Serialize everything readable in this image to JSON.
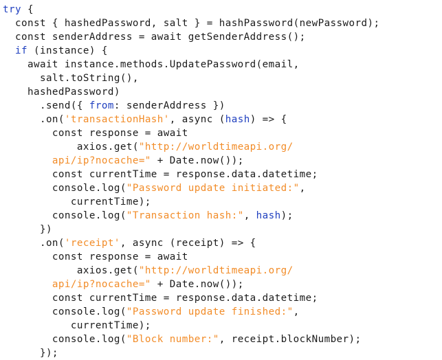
{
  "colors": {
    "keyword": "#1f3fbf",
    "string": "#f28c28",
    "text": "#1a1a1a",
    "background": "#ffffff"
  },
  "lines": [
    [
      {
        "t": "try",
        "c": "kw"
      },
      {
        "t": " {",
        "c": "pl"
      }
    ],
    [
      {
        "t": "  const { hashedPassword, salt } = hashPassword(newPassword);",
        "c": "pl"
      }
    ],
    [
      {
        "t": "  const senderAddress = await getSenderAddress();",
        "c": "pl"
      }
    ],
    [
      {
        "t": "  ",
        "c": "pl"
      },
      {
        "t": "if",
        "c": "kw"
      },
      {
        "t": " (instance) {",
        "c": "pl"
      }
    ],
    [
      {
        "t": "    await instance.methods.UpdatePassword(email,",
        "c": "pl"
      }
    ],
    [
      {
        "t": "      salt.toString(),",
        "c": "pl"
      }
    ],
    [
      {
        "t": "    hashedPassword)",
        "c": "pl"
      }
    ],
    [
      {
        "t": "      .send({ ",
        "c": "pl"
      },
      {
        "t": "from",
        "c": "kw"
      },
      {
        "t": ": senderAddress })",
        "c": "pl"
      }
    ],
    [
      {
        "t": "      .on(",
        "c": "pl"
      },
      {
        "t": "'transactionHash'",
        "c": "str"
      },
      {
        "t": ", async (",
        "c": "pl"
      },
      {
        "t": "hash",
        "c": "kw"
      },
      {
        "t": ") => {",
        "c": "pl"
      }
    ],
    [
      {
        "t": "        const response = await",
        "c": "pl"
      }
    ],
    [
      {
        "t": "            axios.get(",
        "c": "pl"
      },
      {
        "t": "\"http://worldtimeapi.org/",
        "c": "str"
      }
    ],
    [
      {
        "t": "        api/ip?nocache=\"",
        "c": "str"
      },
      {
        "t": " + Date.now());",
        "c": "pl"
      }
    ],
    [
      {
        "t": "        const currentTime = response.data.datetime;",
        "c": "pl"
      }
    ],
    [
      {
        "t": "        console.log(",
        "c": "pl"
      },
      {
        "t": "\"Password update initiated:\"",
        "c": "str"
      },
      {
        "t": ",",
        "c": "pl"
      }
    ],
    [
      {
        "t": "           currentTime);",
        "c": "pl"
      }
    ],
    [
      {
        "t": "        console.log(",
        "c": "pl"
      },
      {
        "t": "\"Transaction hash:\"",
        "c": "str"
      },
      {
        "t": ", ",
        "c": "pl"
      },
      {
        "t": "hash",
        "c": "kw"
      },
      {
        "t": ");",
        "c": "pl"
      }
    ],
    [
      {
        "t": "      })",
        "c": "pl"
      }
    ],
    [
      {
        "t": "      .on(",
        "c": "pl"
      },
      {
        "t": "'receipt'",
        "c": "str"
      },
      {
        "t": ", async (receipt) => {",
        "c": "pl"
      }
    ],
    [
      {
        "t": "        const response = await",
        "c": "pl"
      }
    ],
    [
      {
        "t": "            axios.get(",
        "c": "pl"
      },
      {
        "t": "\"http://worldtimeapi.org/",
        "c": "str"
      }
    ],
    [
      {
        "t": "        api/ip?nocache=\"",
        "c": "str"
      },
      {
        "t": " + Date.now());",
        "c": "pl"
      }
    ],
    [
      {
        "t": "        const currentTime = response.data.datetime;",
        "c": "pl"
      }
    ],
    [
      {
        "t": "        console.log(",
        "c": "pl"
      },
      {
        "t": "\"Password update finished:\"",
        "c": "str"
      },
      {
        "t": ",",
        "c": "pl"
      }
    ],
    [
      {
        "t": "           currentTime);",
        "c": "pl"
      }
    ],
    [
      {
        "t": "        console.log(",
        "c": "pl"
      },
      {
        "t": "\"Block number:\"",
        "c": "str"
      },
      {
        "t": ", receipt.blockNumber);",
        "c": "pl"
      }
    ],
    [
      {
        "t": "      });",
        "c": "pl"
      }
    ]
  ]
}
